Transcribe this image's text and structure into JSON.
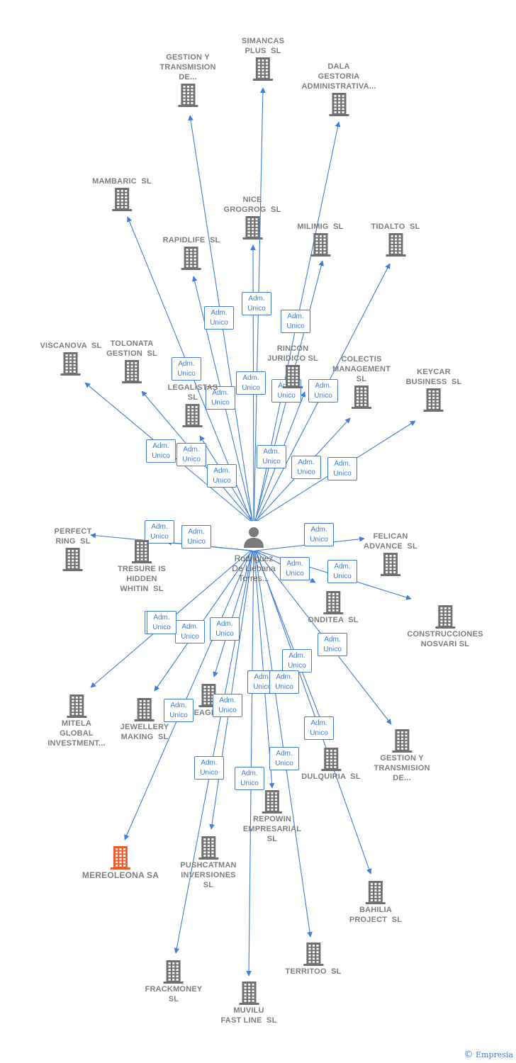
{
  "center_person": {
    "label": "Rodriguez\nDe Liebana\nTorres...",
    "icon": "person-icon"
  },
  "badge_text": "Adm.\nUnico",
  "brand": {
    "copyright": "©",
    "name": "Empresia"
  },
  "colors": {
    "edge": "#3f7fd8",
    "building": "#707070",
    "highlight": "#f05a28"
  },
  "companies": [
    {
      "id": "gestion-y-transmision-top",
      "label": "GESTION Y\nTRANSMISION\nDE..."
    },
    {
      "id": "simancas-plus",
      "label": "SIMANCAS\nPLUS  SL"
    },
    {
      "id": "dala-gestoria",
      "label": "DALA\nGESTORIA\nADMINISTRATIVA..."
    },
    {
      "id": "mambaric",
      "label": "MAMBARIC  SL"
    },
    {
      "id": "nice-grogrog",
      "label": "NICE\nGROGROG  SL"
    },
    {
      "id": "milimig",
      "label": "MILIMIG  SL"
    },
    {
      "id": "tidalto",
      "label": "TIDALTO  SL"
    },
    {
      "id": "rapidlife",
      "label": "RAPIDLIFE  SL"
    },
    {
      "id": "viscanova",
      "label": "VISCANOVA  SL"
    },
    {
      "id": "tolonata-gestion",
      "label": "TOLONATA\nGESTION  SL"
    },
    {
      "id": "rincon-juridico",
      "label": "RINCON\nJURIDICO SL"
    },
    {
      "id": "colectis-management",
      "label": "COLECTIS\nMANAGEMENT\nSL"
    },
    {
      "id": "keycar-business",
      "label": "KEYCAR\nBUSINESS  SL"
    },
    {
      "id": "legalistas",
      "label": "LEGALISTAS\nSL"
    },
    {
      "id": "perfect-ring",
      "label": "PERFECT\nRING  SL"
    },
    {
      "id": "tresure-is-hidden",
      "label": "TRESURE IS\nHIDDEN\nWHITIN  SL"
    },
    {
      "id": "felican-advance",
      "label": "FELICAN\nADVANCE  SL"
    },
    {
      "id": "onditea",
      "label": "ONDITEA  SL"
    },
    {
      "id": "construcciones-nosvari",
      "label": "CONSTRUCCIONES\nNOSVARI SL"
    },
    {
      "id": "mitela-global",
      "label": "MITELA\nGLOBAL\nINVESTMENT..."
    },
    {
      "id": "jewellery-making",
      "label": "JEWELLERY\nMAKING  SL"
    },
    {
      "id": "eagle",
      "label": "EAGL..."
    },
    {
      "id": "gestion-y-transmision-bottom",
      "label": "GESTION Y\nTRANSMISION\nDE..."
    },
    {
      "id": "dulquiria",
      "label": "DULQUIRIA  SL"
    },
    {
      "id": "repowin-empresarial",
      "label": "REPOWIN\nEMPRESARIAL\nSL"
    },
    {
      "id": "mereoleona",
      "label": "MEREOLEONA SA"
    },
    {
      "id": "pushcatman-inversiones",
      "label": "PUSHCATMAN\nINVERSIONES\nSL"
    },
    {
      "id": "bahilia-project",
      "label": "BAHILIA\nPROJECT  SL"
    },
    {
      "id": "territoo",
      "label": "TERRITOO  SL"
    },
    {
      "id": "frackmoney",
      "label": "FRACKMONEY\nSL"
    },
    {
      "id": "muvilu-fast-line",
      "label": "MUVILU\nFAST LINE  SL"
    }
  ]
}
